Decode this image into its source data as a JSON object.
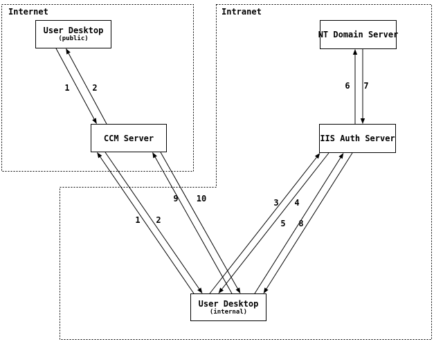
{
  "zones": {
    "internet": {
      "label": "Internet"
    },
    "intranet": {
      "label": "Intranet"
    }
  },
  "nodes": {
    "public_desktop": {
      "title": "User Desktop",
      "subtitle": "(public)"
    },
    "nt_domain": {
      "title": "NT Domain Server"
    },
    "ccm": {
      "title": "CCM Server"
    },
    "iis": {
      "title": "IIS Auth Server"
    },
    "internal_desktop": {
      "title": "User Desktop",
      "subtitle": "(internal)"
    }
  },
  "flow_labels": {
    "public_ccm_req": "1",
    "public_ccm_resp": "2",
    "internal_ccm_req": "1",
    "internal_ccm_resp": "2",
    "internal_ccm_req2": "9",
    "internal_ccm_resp2": "10",
    "internal_iis_req1": "3",
    "internal_iis_resp1": "4",
    "internal_iis_req2": "5",
    "internal_iis_resp2": "8",
    "iis_nt_req": "6",
    "iis_nt_resp": "7"
  },
  "colors": {
    "line": "#000000",
    "background": "#ffffff",
    "box_fill": "#ffffff"
  }
}
